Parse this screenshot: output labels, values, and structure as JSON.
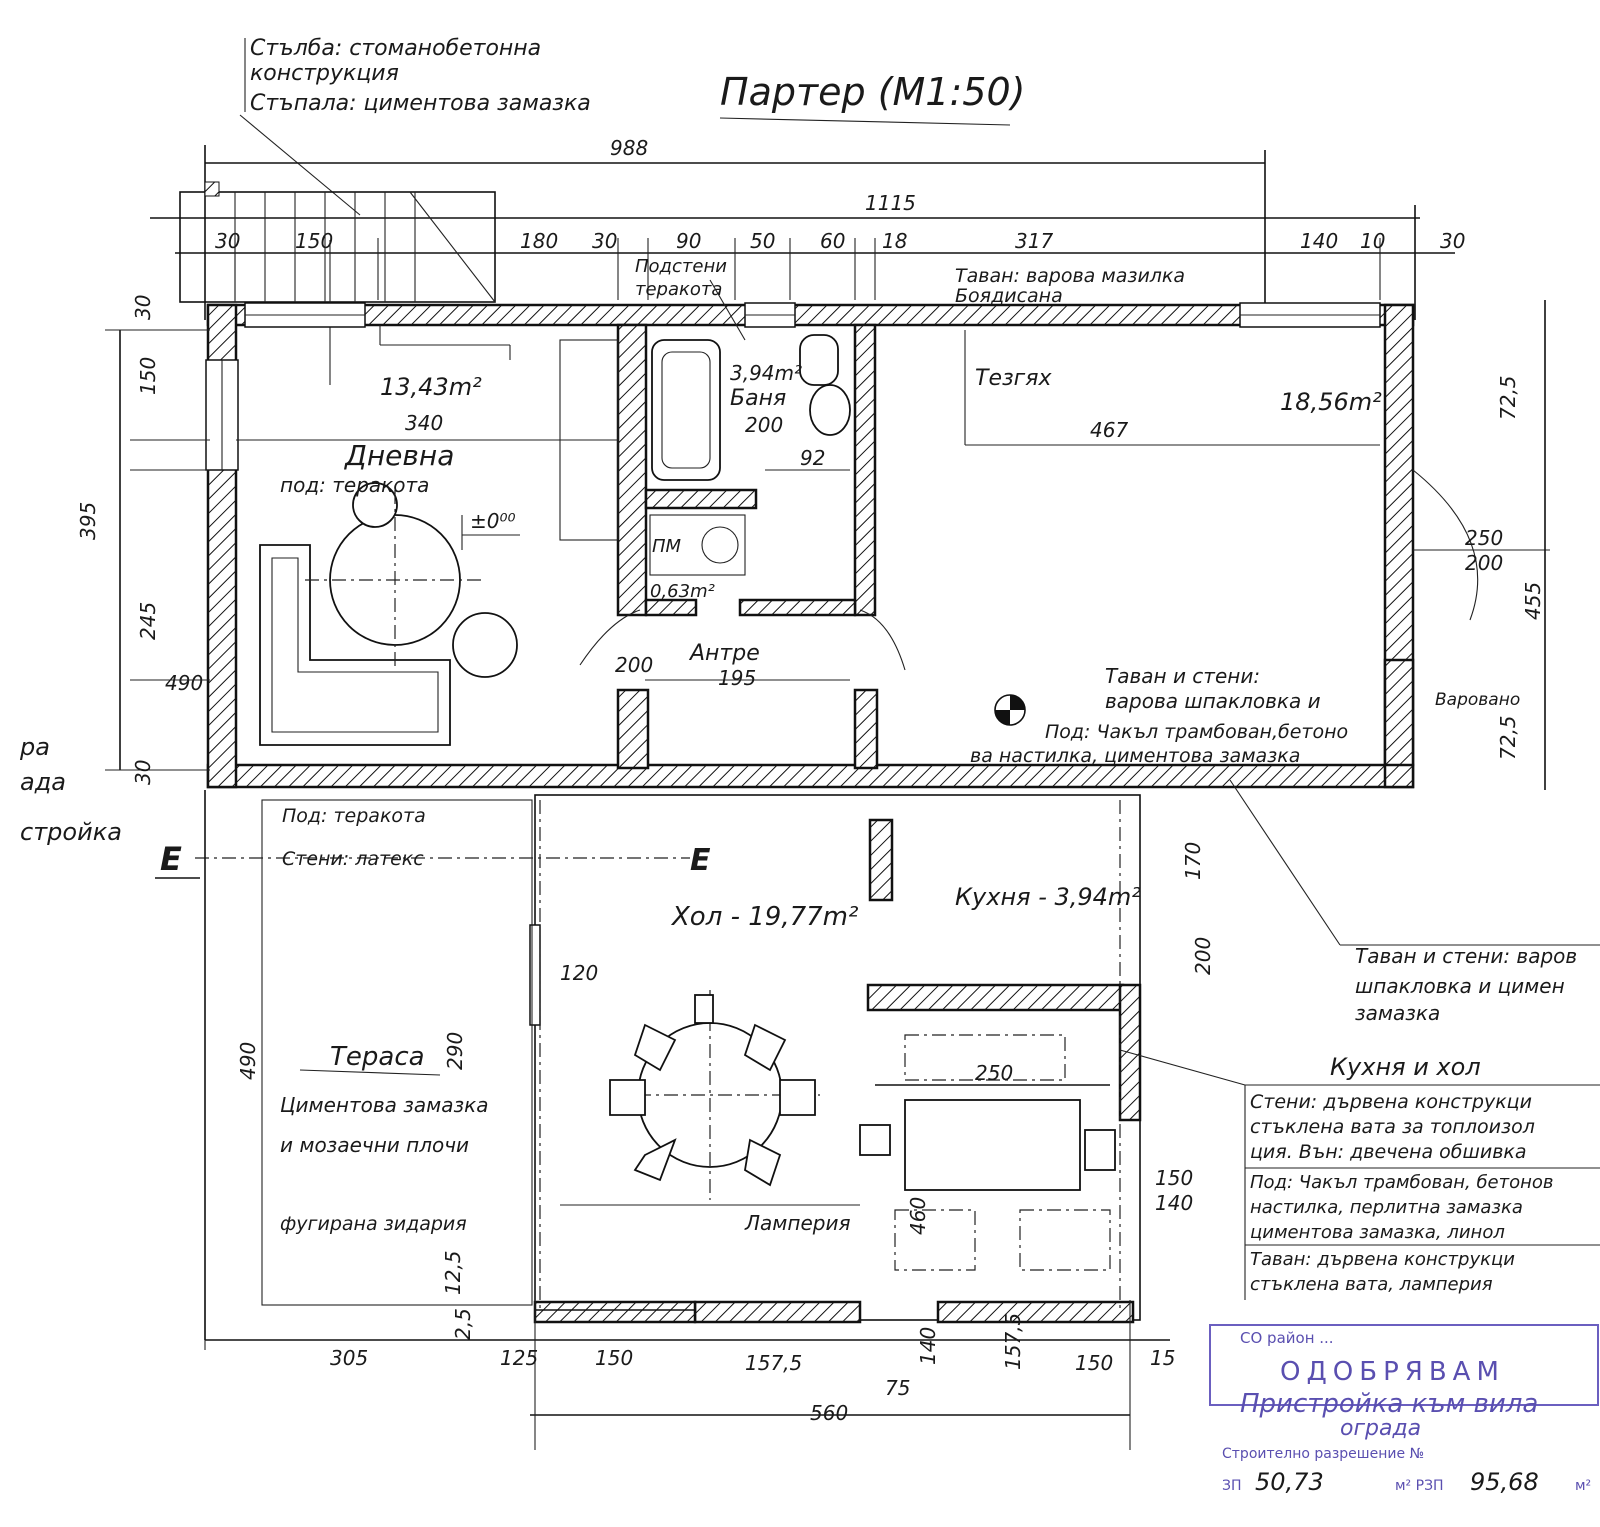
{
  "header": {
    "title": "Партер (М1:50)",
    "notes": [
      "Стълба: стоманобетонна",
      "конструкция",
      "Стъпала: циментова замазка"
    ]
  },
  "rooms": {
    "living": {
      "area": "13,43m²",
      "name": "Дневна",
      "floor": "под: теракота",
      "level": "±0⁰⁰"
    },
    "bath": {
      "area": "3,94m²",
      "name": "Баня",
      "width": "200"
    },
    "pantry": {
      "name": "ПМ",
      "area": "0,63m²"
    },
    "entry": {
      "name": "Антре"
    },
    "hall": {
      "name": "Хол - 19,77m²"
    },
    "kitchen_small": {
      "name": "Кухня - 3,94m²"
    },
    "big": {
      "area": "18,56m²",
      "counter": "Тезгях"
    },
    "terrace": {
      "name": "Тераса",
      "floor": "Циментова замазка",
      "floor2": "и мозаечни плочи",
      "wall": "фугирана зидария"
    }
  },
  "notes": {
    "bath_walls_1": "Подстени",
    "bath_walls_2": "теракота",
    "ceiling_top_1": "Таван: варова мазилка",
    "ceiling_top_2": "Боядисана",
    "ceiling_walls_1": "Таван и стени:",
    "ceiling_walls_2": "варова шпакловка и",
    "floor_big_1": "Под: Чакъл трамбован,бетоно",
    "floor_big_2": "ва настилка, циментова замазка",
    "terrace_floor": "Под: теракота",
    "terrace_walls": "Стени: латекс",
    "right_note_1": "Таван и стени: варов",
    "right_note_2": "шпакловка и цимен",
    "right_note_3": "замазка",
    "kitchen_hall_title": "Кухня и хол",
    "kh_1": "Стени: дървена конструкци",
    "kh_2": "стъклена вата за топлоизол",
    "kh_3": "ция. Вън: двечена обшивка",
    "kh_4": "Под: Чакъл трамбован, бетонов",
    "kh_5": "настилка, перлитна замазка",
    "kh_6": "циментова замазка, линол",
    "kh_7": "Таван: дървена конструкци",
    "kh_8": "стъклена вата, ламперия",
    "lamperia": "Ламперия",
    "right_edge": "Варовано",
    "left_edge_1": "ра",
    "left_edge_2": "ада",
    "left_edge_3": "стройка"
  },
  "section": {
    "mark": "Е",
    "mark_right": "Е"
  },
  "dimensions": {
    "top_988": "988",
    "top_1115": "1115",
    "d30a": "30",
    "d150": "150",
    "d180": "180",
    "d30b": "30",
    "d90": "90",
    "d50": "50",
    "d60": "60",
    "d18": "18",
    "d317": "317",
    "d140": "140",
    "d10": "10",
    "d30c": "30",
    "v30": "30",
    "v150": "150",
    "v395": "395",
    "v245": "245",
    "v490": "490",
    "v30b": "30",
    "v490b": "490",
    "w467": "467",
    "w340": "340",
    "w92": "92",
    "w200": "200",
    "w195": "195",
    "w250": "250",
    "w200b": "200",
    "v455": "455",
    "v72": "72,5",
    "v72b": "72,5",
    "w250k": "250",
    "w560": "560",
    "w305": "305",
    "w125": "125",
    "w150a": "150",
    "w1575": "157,5",
    "w75": "75",
    "w140a": "140",
    "w1575b": "157,5",
    "w150b": "150",
    "w15": "15",
    "w120": "120",
    "w150r": "150",
    "w140r": "140",
    "h460": "460",
    "h290": "290",
    "h170": "170",
    "h200": "200",
    "h125": "12,5",
    "h25": "2,5"
  },
  "stamp": {
    "line1": "СО район ...",
    "line2": "ОДОБРЯВАМ",
    "line3": "Пристройка към вила",
    "line4": "ограда",
    "line5": "Строително разрешение №",
    "zp_label": "ЗП",
    "zp_value": "50,73",
    "rzp_label": "м² РЗП",
    "rzp_value": "95,68",
    "unit": "м²"
  }
}
